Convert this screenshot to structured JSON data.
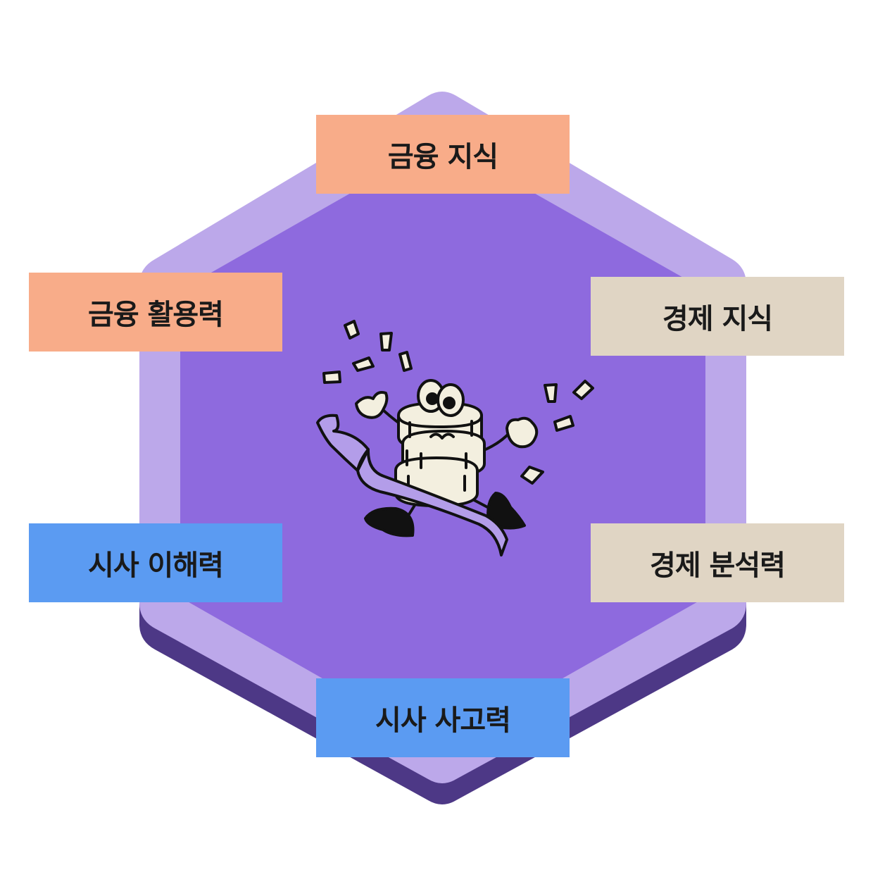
{
  "colors": {
    "hex_shadow": "#4d3886",
    "hex_outer": "#bca8ea",
    "hex_inner": "#8e6ade",
    "finance": "#f8ac89",
    "economy": "#e0d5c4",
    "current_affairs": "#5b9bf2",
    "text": "#1a1a1a"
  },
  "mascot": {
    "icon": "running-coin-stack-mascot-icon"
  },
  "labels": {
    "finance_knowledge": "금융 지식",
    "finance_application": "금융 활용력",
    "economy_knowledge": "경제 지식",
    "current_affairs_understanding": "시사 이해력",
    "economy_analysis": "경제 분석력",
    "current_affairs_thinking": "시사 사고력"
  }
}
